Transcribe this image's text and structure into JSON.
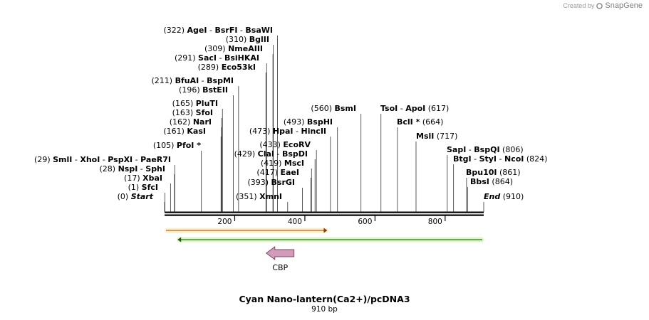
{
  "brand": {
    "created_by": "Created by",
    "name": "SnapGene"
  },
  "title": "Cyan Nano-lantern(Ca2+)/pcDNA3",
  "subtitle": "910 bp",
  "sequence_length": 910,
  "axis_ticks": [
    {
      "pos": 200,
      "label": "200"
    },
    {
      "pos": 400,
      "label": "400"
    },
    {
      "pos": 600,
      "label": "600"
    },
    {
      "pos": 800,
      "label": "800"
    }
  ],
  "site_groups": [
    {
      "pos": 0,
      "label": "Start",
      "italic": true,
      "side": "left"
    },
    {
      "pos": 1,
      "names": [
        "SfcI"
      ],
      "side": "left"
    },
    {
      "pos": 17,
      "names": [
        "XbaI"
      ],
      "side": "left"
    },
    {
      "pos": 28,
      "names": [
        "NspI",
        "SphI"
      ],
      "side": "left"
    },
    {
      "pos": 29,
      "names": [
        "SmlI",
        "XhoI",
        "PspXI",
        "PaeR7I"
      ],
      "side": "left"
    },
    {
      "pos": 105,
      "names": [
        "PfoI *"
      ],
      "side": "left"
    },
    {
      "pos": 161,
      "names": [
        "KasI"
      ],
      "side": "left"
    },
    {
      "pos": 162,
      "names": [
        "NarI"
      ],
      "side": "left"
    },
    {
      "pos": 163,
      "names": [
        "SfoI"
      ],
      "side": "left"
    },
    {
      "pos": 165,
      "names": [
        "PluTI"
      ],
      "side": "left"
    },
    {
      "pos": 196,
      "names": [
        "BstEII"
      ],
      "side": "left"
    },
    {
      "pos": 211,
      "names": [
        "BfuAI",
        "BspMI"
      ],
      "side": "left"
    },
    {
      "pos": 289,
      "names": [
        "Eco53kI"
      ],
      "side": "left"
    },
    {
      "pos": 291,
      "names": [
        "SacI",
        "BsiHKAI"
      ],
      "side": "left"
    },
    {
      "pos": 309,
      "names": [
        "NmeAIII"
      ],
      "side": "left"
    },
    {
      "pos": 310,
      "names": [
        "BglII"
      ],
      "side": "left"
    },
    {
      "pos": 322,
      "names": [
        "AgeI",
        "BsrFI",
        "BsaWI"
      ],
      "side": "left"
    },
    {
      "pos": 351,
      "names": [
        "XmnI"
      ],
      "side": "left"
    },
    {
      "pos": 393,
      "names": [
        "BsrGI"
      ],
      "side": "left"
    },
    {
      "pos": 417,
      "names": [
        "EaeI"
      ],
      "side": "left"
    },
    {
      "pos": 419,
      "names": [
        "MscI"
      ],
      "side": "left"
    },
    {
      "pos": 429,
      "names": [
        "ClaI",
        "BspDI"
      ],
      "side": "left"
    },
    {
      "pos": 433,
      "names": [
        "EcoRV"
      ],
      "side": "left"
    },
    {
      "pos": 473,
      "names": [
        "HpaI",
        "HincII"
      ],
      "side": "left"
    },
    {
      "pos": 493,
      "names": [
        "BspHI"
      ],
      "side": "left"
    },
    {
      "pos": 560,
      "names": [
        "BsmI"
      ],
      "side": "left"
    },
    {
      "pos": 617,
      "names": [
        "TsoI",
        "ApoI"
      ],
      "side": "right"
    },
    {
      "pos": 664,
      "names": [
        "BclI *"
      ],
      "side": "right"
    },
    {
      "pos": 717,
      "names": [
        "MslI"
      ],
      "side": "right"
    },
    {
      "pos": 806,
      "names": [
        "SapI",
        "BspQI"
      ],
      "side": "right"
    },
    {
      "pos": 824,
      "names": [
        "BtgI",
        "StyI",
        "NcoI"
      ],
      "side": "right"
    },
    {
      "pos": 861,
      "names": [
        "Bpu10I"
      ],
      "side": "right"
    },
    {
      "pos": 864,
      "names": [
        "BbsI"
      ],
      "side": "right"
    },
    {
      "pos": 910,
      "label": "End",
      "italic": true,
      "side": "right"
    }
  ],
  "features": [
    {
      "name": "",
      "start": 0,
      "end": 466,
      "direction": "forward",
      "color": "#e8b04a",
      "fill": "#fff0c8"
    },
    {
      "name": "",
      "start": 35,
      "end": 910,
      "direction": "reverse",
      "color": "#3aa81c",
      "fill": "#dcf5c8"
    },
    {
      "name": "CBP",
      "start": 290,
      "end": 369,
      "direction": "reverse",
      "color": "#7a4a66",
      "fill": "#d39bba",
      "shape": "arrow"
    }
  ],
  "colors": {
    "backbone": "#000000",
    "cut_line": "#333333"
  }
}
